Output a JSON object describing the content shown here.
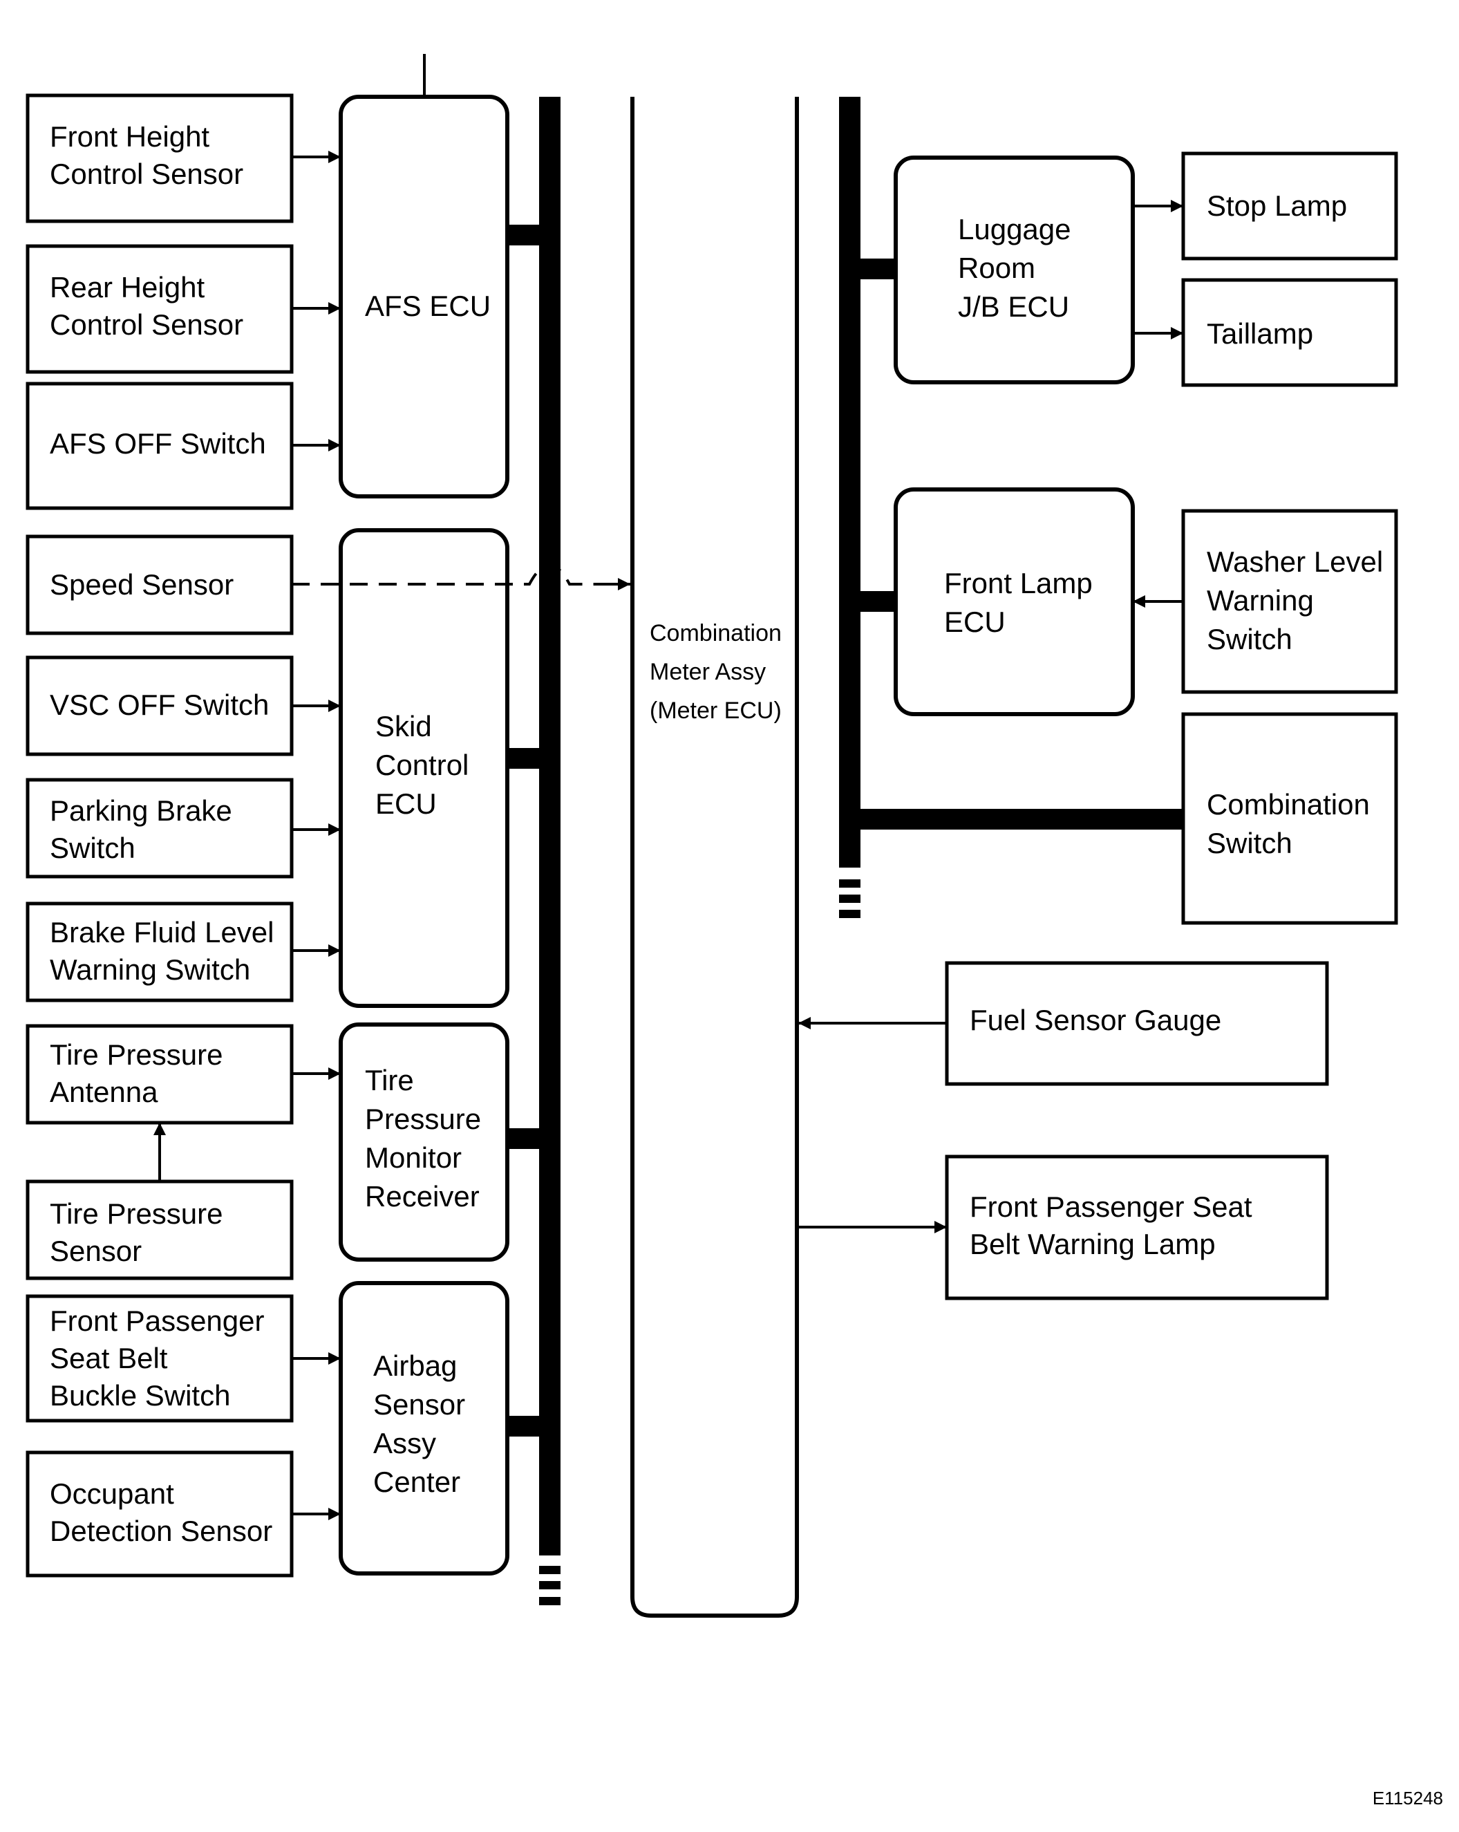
{
  "left_inputs": {
    "front_height_sensor": [
      "Front Height",
      "Control Sensor"
    ],
    "rear_height_sensor": [
      "Rear Height",
      "Control Sensor"
    ],
    "afs_off_switch": [
      "AFS OFF Switch"
    ],
    "speed_sensor": [
      "Speed Sensor"
    ],
    "vsc_off_switch": [
      "VSC OFF Switch"
    ],
    "parking_brake_switch": [
      "Parking Brake",
      "Switch"
    ],
    "brake_fluid_switch": [
      "Brake Fluid Level",
      "Warning Switch"
    ],
    "tire_pressure_antenna": [
      "Tire Pressure",
      "Antenna"
    ],
    "tire_pressure_sensor": [
      "Tire Pressure",
      "Sensor"
    ],
    "seat_belt_buckle_switch": [
      "Front Passenger",
      "Seat Belt",
      "Buckle Switch"
    ],
    "occupant_sensor": [
      "Occupant",
      "Detection Sensor"
    ]
  },
  "ecus": {
    "afs_ecu": [
      "AFS ECU"
    ],
    "skid_control_ecu": [
      "Skid",
      "Control",
      "ECU"
    ],
    "tire_pressure_receiver": [
      "Tire",
      "Pressure",
      "Monitor",
      "Receiver"
    ],
    "airbag_sensor": [
      "Airbag",
      "Sensor",
      "Assy",
      "Center"
    ]
  },
  "meter": [
    "Combination",
    "Meter Assy",
    "(Meter ECU)"
  ],
  "right_side": {
    "luggage_room_ecu": [
      "Luggage",
      "Room",
      "J/B ECU"
    ],
    "stop_lamp": [
      "Stop Lamp"
    ],
    "taillamp": [
      "Taillamp"
    ],
    "front_lamp_ecu": [
      "Front Lamp",
      "ECU"
    ],
    "washer_level_switch": [
      "Washer Level",
      "Warning",
      "Switch"
    ],
    "combination_switch": [
      "Combination",
      "Switch"
    ],
    "fuel_sensor_gauge": [
      "Fuel Sensor Gauge"
    ],
    "seat_belt_warning_lamp": [
      "Front Passenger Seat",
      "Belt Warning Lamp"
    ]
  },
  "figure_code": "E115248"
}
